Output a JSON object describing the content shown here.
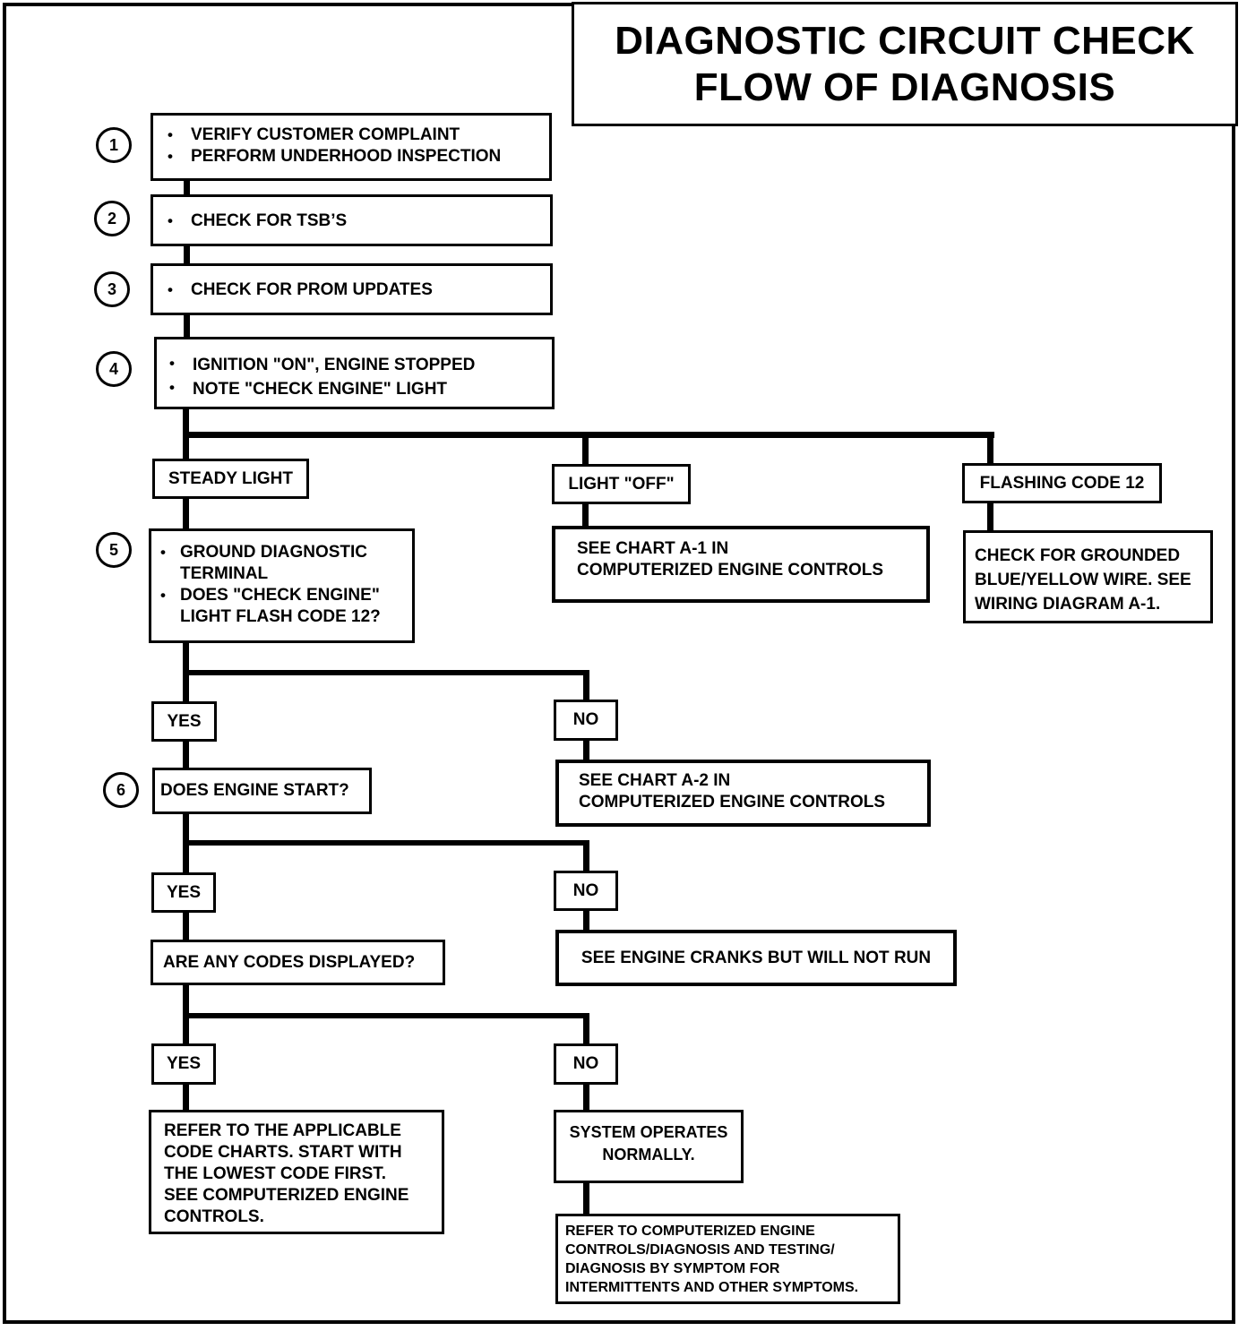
{
  "title": {
    "line1": "DIAGNOSTIC CIRCUIT CHECK",
    "line2": "FLOW OF DIAGNOSIS"
  },
  "steps": {
    "s1": {
      "num": "1",
      "bullet": "•",
      "items": [
        "VERIFY CUSTOMER COMPLAINT",
        "PERFORM UNDERHOOD INSPECTION"
      ]
    },
    "s2": {
      "num": "2",
      "bullet": "•",
      "items": [
        "CHECK FOR TSB’S"
      ]
    },
    "s3": {
      "num": "3",
      "bullet": "•",
      "items": [
        "CHECK FOR PROM UPDATES"
      ]
    },
    "s4": {
      "num": "4",
      "bullet": "•",
      "items": [
        "IGNITION \"ON\", ENGINE STOPPED",
        "NOTE \"CHECK ENGINE\" LIGHT"
      ]
    },
    "s5": {
      "num": "5",
      "bullet": "•",
      "items": [
        "GROUND DIAGNOSTIC",
        "TERMINAL",
        "DOES \"CHECK ENGINE\"",
        "LIGHT FLASH CODE 12?"
      ]
    },
    "s6": {
      "num": "6",
      "text": "DOES ENGINE START?"
    }
  },
  "branches": {
    "steady_light": "STEADY LIGHT",
    "light_off": "LIGHT \"OFF\"",
    "flashing_code": "FLASHING CODE 12",
    "yes": "YES",
    "no": "NO"
  },
  "results": {
    "chart_a1": [
      "SEE CHART A-1 IN",
      "COMPUTERIZED ENGINE CONTROLS"
    ],
    "grounded_wire": [
      "CHECK FOR GROUNDED",
      "BLUE/YELLOW WIRE.  SEE",
      "WIRING DIAGRAM A-1."
    ],
    "chart_a2": [
      "SEE CHART A-2 IN",
      "COMPUTERIZED ENGINE CONTROLS"
    ],
    "cranks_no_run": "SEE ENGINE CRANKS BUT WILL NOT RUN",
    "codes_question": "ARE ANY CODES DISPLAYED?",
    "code_charts": [
      "REFER TO THE APPLICABLE",
      "CODE CHARTS. START WITH",
      "THE LOWEST CODE FIRST.",
      "SEE COMPUTERIZED ENGINE",
      "CONTROLS."
    ],
    "operates_normally": [
      "SYSTEM OPERATES",
      "NORMALLY."
    ],
    "refer_symptoms": [
      "REFER TO COMPUTERIZED ENGINE",
      "CONTROLS/DIAGNOSIS AND TESTING/",
      "DIAGNOSIS BY SYMPTOM FOR",
      "INTERMITTENTS AND OTHER SYMPTOMS."
    ]
  }
}
